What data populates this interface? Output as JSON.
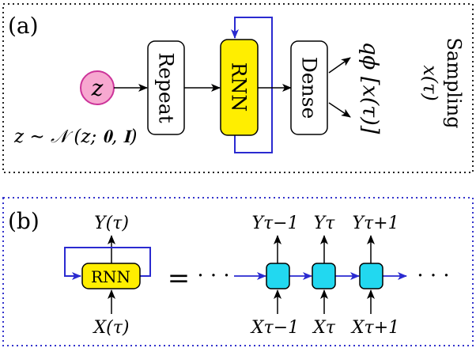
{
  "panel_a": {
    "label": "(a)",
    "latent_symbol": "z",
    "prior": "z ∼ 𝒩 (z; 𝟎, 𝐈)",
    "repeat_label": "Repeat",
    "rnn_label": "RNN",
    "dense_label": "Dense",
    "output_label": "qϕ [x(τ)]",
    "sampling_label": "Sampling",
    "sampling_var": "x(τ)"
  },
  "panel_b": {
    "label": "(b)",
    "rnn_label": "RNN",
    "output_label": "Y(τ)",
    "input_label": "X(τ)",
    "equals": "=",
    "dots": "· · ·",
    "outputs": [
      "Yτ−1",
      "Yτ",
      "Yτ+1"
    ],
    "inputs": [
      "Xτ−1",
      "Xτ",
      "Xτ+1"
    ]
  },
  "colors": {
    "latent_fill": "#f7a8d0",
    "latent_stroke": "#cc3399",
    "rnn_fill": "#ffee00",
    "cell_fill": "#22d8f0",
    "recurrent_stroke": "#2a2ad0",
    "border_a": "#222222",
    "border_b": "#3333cc"
  }
}
